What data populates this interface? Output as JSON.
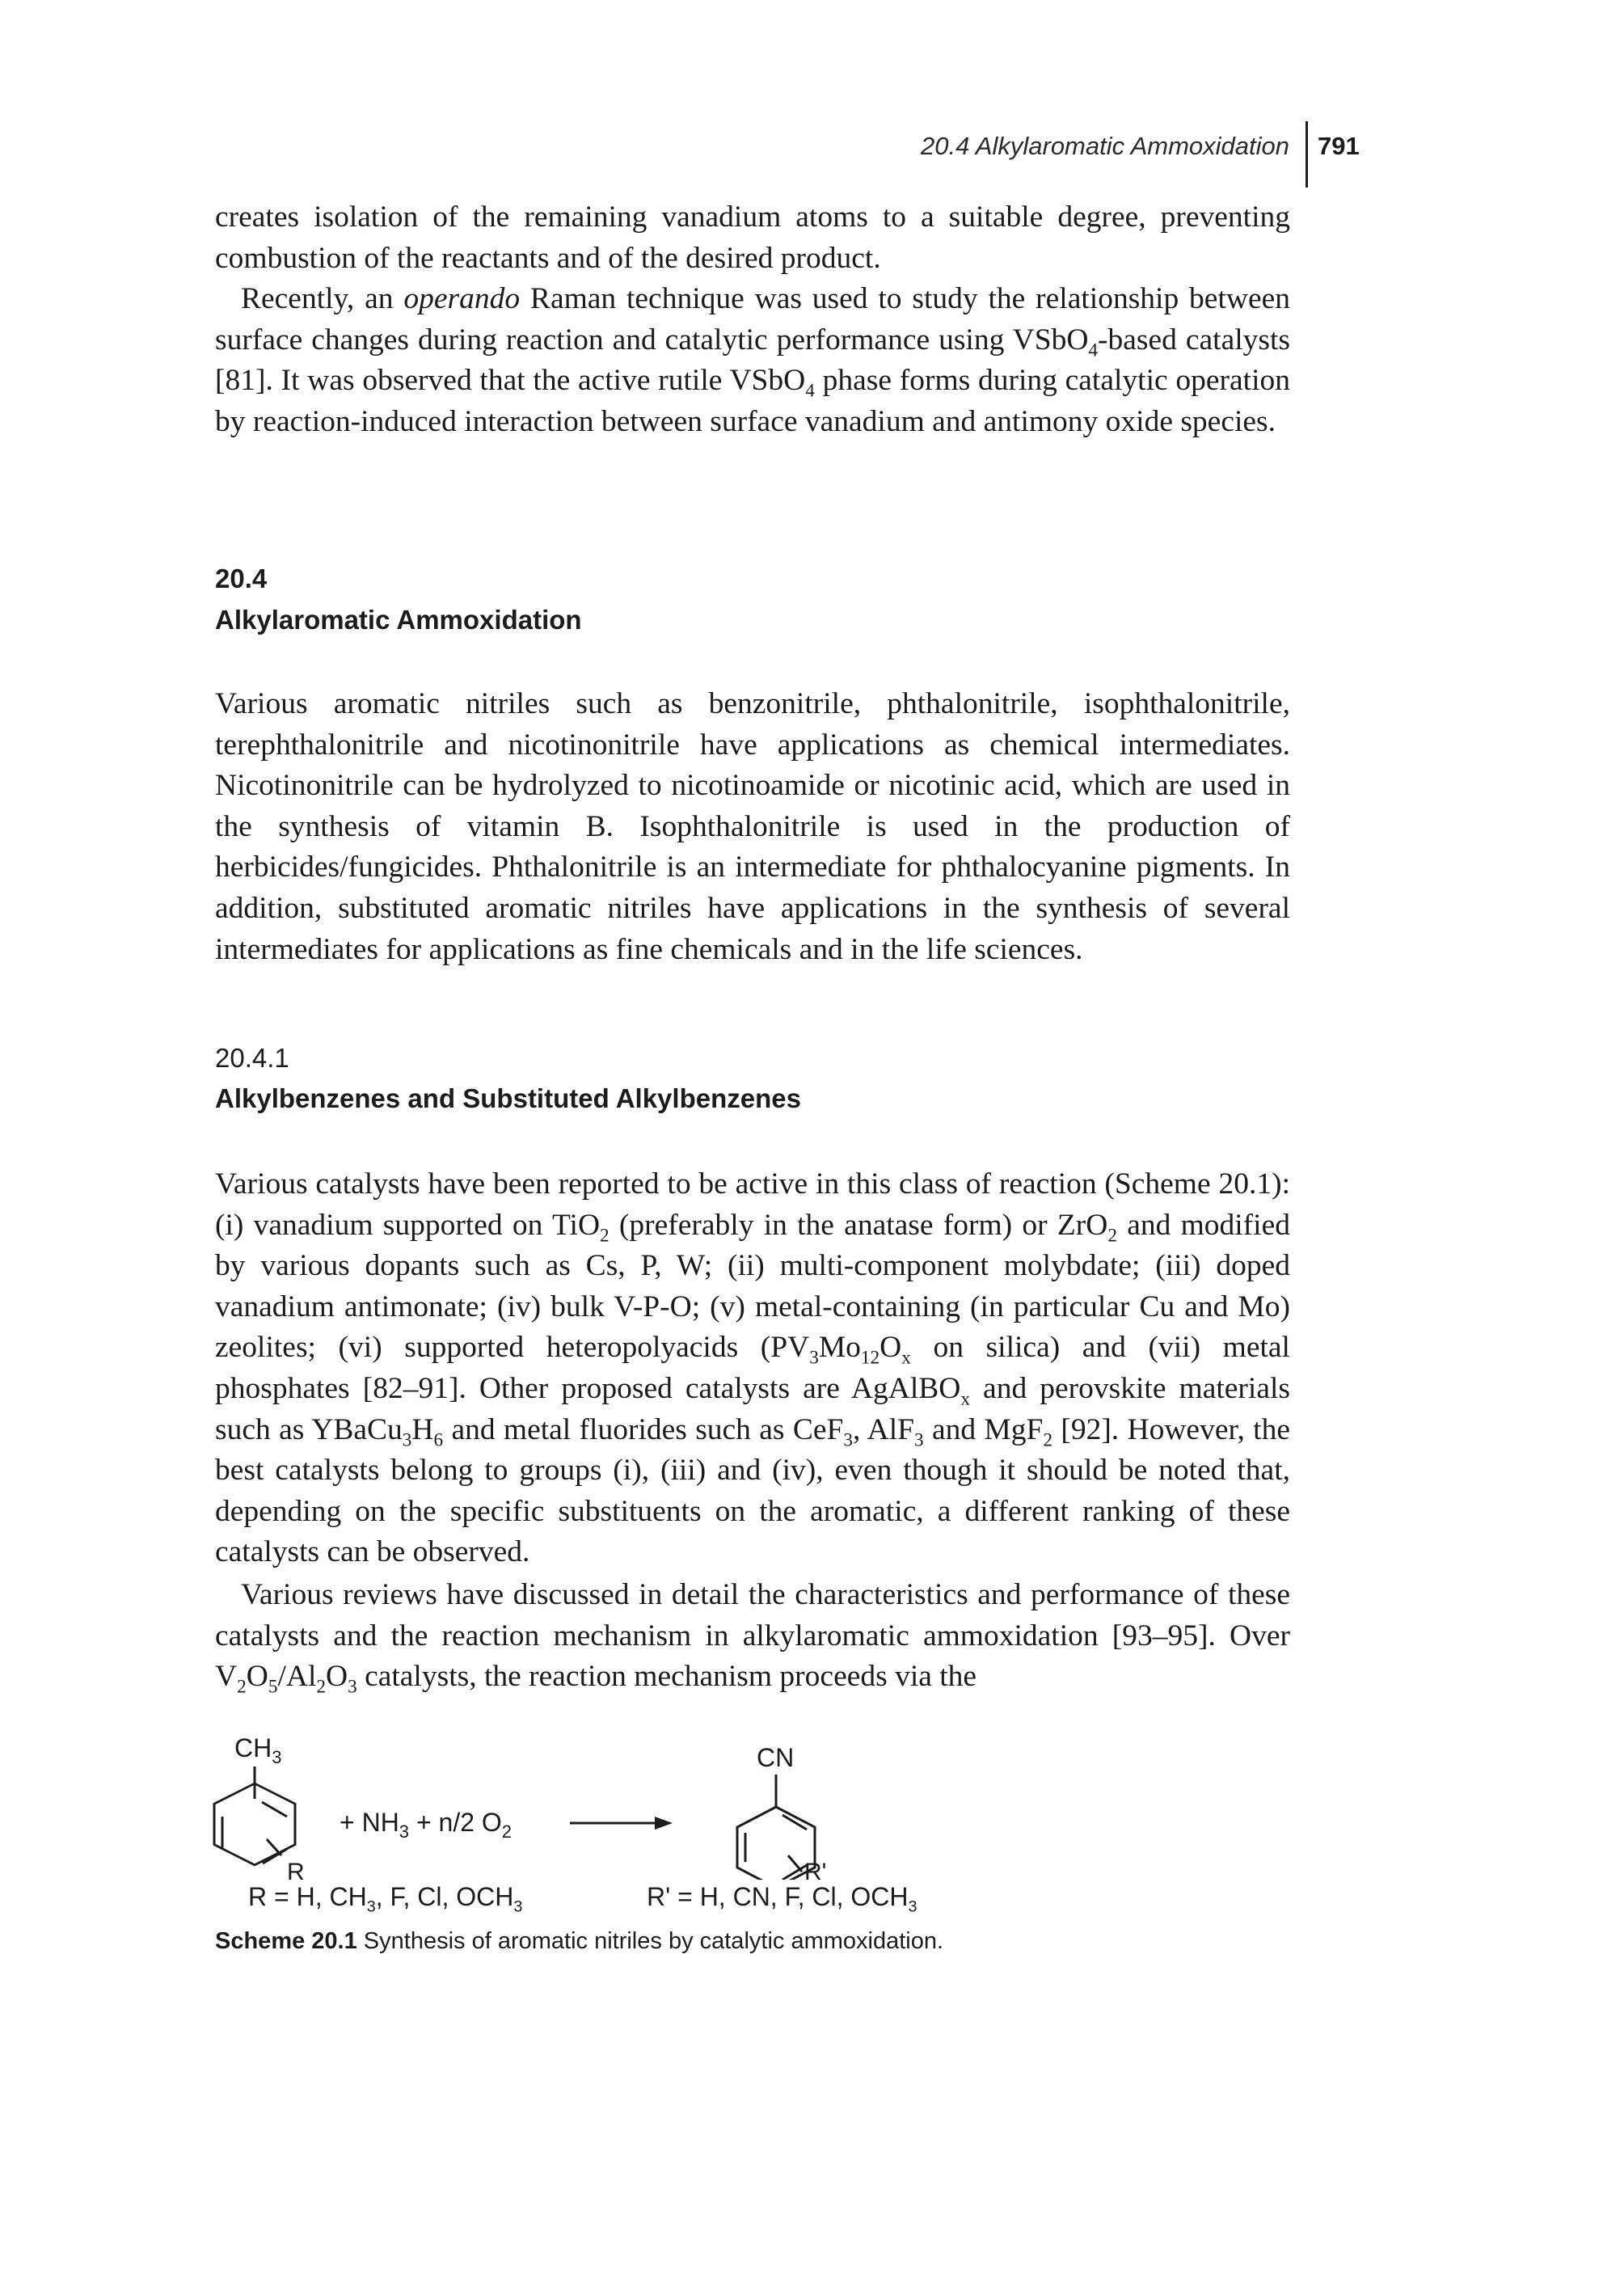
{
  "header": {
    "running_title": "20.4 Alkylaromatic Ammoxidation",
    "page_number": "791"
  },
  "paragraphs": {
    "p1": "creates isolation of the remaining vanadium atoms to a suitable degree, preventing combustion of the reactants and of the desired product.",
    "p2_pre": "Recently, an ",
    "p2_italic": "operando",
    "p2_mid": " Raman technique was used to study the relationship between surface changes during reaction and catalytic performance using VSbO",
    "p2_sub1": "4",
    "p2_mid2": "-based catalysts [81]. It was observed that the active rutile VSbO",
    "p2_sub2": "4",
    "p2_post": " phase forms during catalytic operation by reaction-induced interaction between surface vanadium and antimony oxide species.",
    "p3": "Various aromatic nitriles such as benzonitrile, phthalonitrile, isophthalonitrile, terephthalonitrile and nicotinonitrile have applications as chemical intermediates. Nicotinonitrile can be hydrolyzed to nicotinoamide or nicotinic acid, which are used in the synthesis of vitamin B. Isophthalonitrile is used in the production of herbicides/fungicides. Phthalonitrile is an intermediate for phthalocyanine pigments. In addition, substituted aromatic nitriles have applications in the synthesis of several intermediates for applications as fine chemicals and in the life sciences.",
    "p4": {
      "a": "Various catalysts have been reported to be active in this class of reaction (Scheme 20.1): (i) vanadium supported on TiO",
      "b": " (preferably in the anatase form) or ZrO",
      "c": " and modified by various dopants such as Cs, P, W; (ii) multi-component molybdate; (iii) doped vanadium antimonate; (iv) bulk V-P-O; (v) metal-containing (in particular Cu and Mo) zeolites; (vi) supported heteropolyacids (PV",
      "d": "Mo",
      "e": "O",
      "f": " on silica) and (vii) metal phosphates [82–91]. Other proposed catalysts are AgAlBO",
      "g": " and perovskite materials such as YBaCu",
      "h": "H",
      "i": " and metal fluorides such as CeF",
      "j": ", AlF",
      "k": " and MgF",
      "l": " [92]. However, the best catalysts belong to groups (i), (iii) and (iv), even though it should be noted that, depending on the specific substituents on the aromatic, a different ranking of these catalysts can be observed.",
      "sub_2": "2",
      "sub_3": "3",
      "sub_12": "12",
      "sub_x": "x",
      "sub_6": "6"
    },
    "p5": {
      "a": "Various reviews have discussed in detail the characteristics and performance of these catalysts and the reaction mechanism in alkylaromatic ammoxidation [93–95]. Over V",
      "b": "O",
      "c": "/Al",
      "d": "O",
      "e": " catalysts, the reaction mechanism proceeds via the",
      "sub_2": "2",
      "sub_5": "5",
      "sub_3": "3"
    }
  },
  "sections": {
    "s1_number": "20.4",
    "s1_title": "Alkylaromatic Ammoxidation",
    "s2_number": "20.4.1",
    "s2_title": "Alkylbenzenes and Substituted Alkylbenzenes"
  },
  "scheme": {
    "reactant_group": "CH",
    "reactant_group_sub": "3",
    "reactant_sub": "R",
    "reagents_a": "+ NH",
    "reagents_sub1": "3",
    "reagents_b": " + n/2 O",
    "reagents_sub2": "2",
    "product_group": "CN",
    "product_sub": "R'",
    "r_def_a": "R = H, CH",
    "r_def_sub": "3",
    "r_def_b": ", F, Cl, OCH",
    "r_def_sub2": "3",
    "rp_def_a": "R' = H, CN, F, Cl, OCH",
    "rp_def_sub": "3",
    "caption_label": "Scheme 20.1",
    "caption_text": "Synthesis of aromatic nitriles by catalytic ammoxidation."
  }
}
